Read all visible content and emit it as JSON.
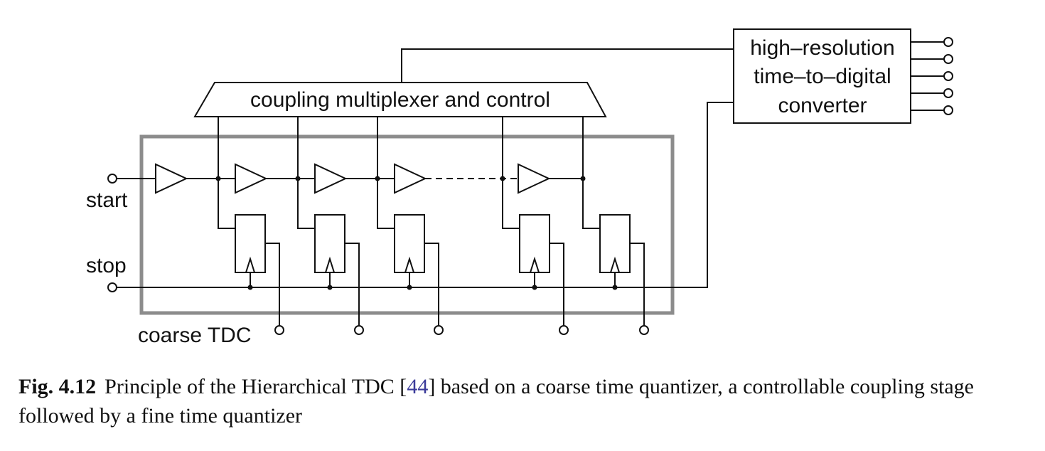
{
  "diagram": {
    "mux_label": "coupling multiplexer and control",
    "hr_tdc_label_lines": [
      "high–resolution",
      "time–to–digital",
      "converter"
    ],
    "start_label": "start",
    "stop_label": "stop",
    "coarse_tdc_label": "coarse TDC",
    "coarse_box_color": "#8c8c8c"
  },
  "caption": {
    "fig_number": "Fig. 4.12",
    "text_before_ref": "Principle of the Hierarchical TDC [",
    "ref": "44",
    "text_after_ref": "] based on a coarse time quantizer, a controllable coupling stage followed by a fine time quantizer",
    "ref_color": "#3b3b9a"
  }
}
